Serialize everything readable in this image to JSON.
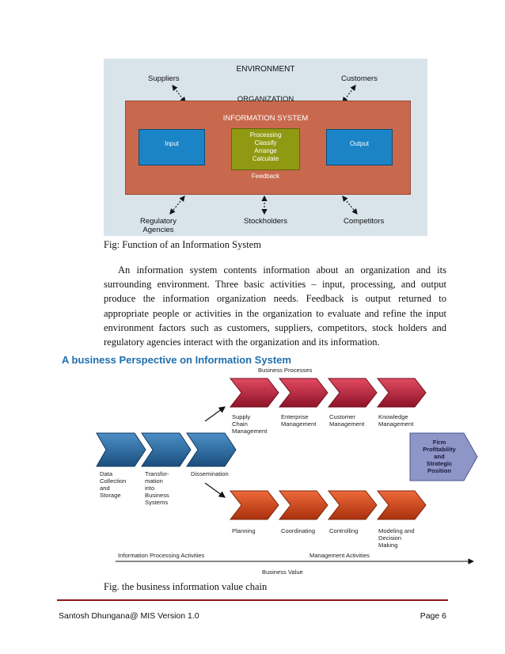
{
  "figure1": {
    "environment": "ENVIRONMENT",
    "organization": "ORGANIZATION",
    "information_system": "INFORMATION SYSTEM",
    "suppliers": "Suppliers",
    "customers": "Customers",
    "input": "Input",
    "processing": [
      "Processing",
      "Classify",
      "Arrange",
      "Calculate"
    ],
    "output": "Output",
    "feedback": "Feedback",
    "regulatory": [
      "Regulatory",
      "Agencies"
    ],
    "stockholders": "Stockholders",
    "competitors": "Competitors",
    "caption": "Fig: Function of an Information System",
    "colors": {
      "background": "#d8e3ea",
      "organization": "#c8694d",
      "blue_box": "#1a84c7",
      "processing_box": "#8f9a12"
    }
  },
  "paragraph": "An information system contents information about an organization and its surrounding environment. Three basic activities – input, processing, and output produce the information organization needs. Feedback is output returned to appropriate people or activities in the organization to evaluate and refine the input environment factors such as customers, suppliers, competitors, stock holders and regulatory agencies interact with the organization and its information.",
  "section_heading": "A business Perspective on Information System",
  "figure2": {
    "business_processes": "Business Processes",
    "processes": [
      [
        "Supply",
        "Chain",
        "Management"
      ],
      [
        "Enterprise",
        "Management"
      ],
      [
        "Customer",
        "Management"
      ],
      [
        "Knowledge",
        "Management"
      ]
    ],
    "info_activities": [
      [
        "Data",
        "Collection",
        "and",
        "Storage"
      ],
      [
        "Transfor-",
        "mation",
        "into",
        "Business",
        "Systems"
      ],
      [
        "Dissemination"
      ]
    ],
    "management": [
      "Planning",
      "Coordinating",
      "Controlling",
      [
        "Modeling and",
        "Decision",
        "Making"
      ]
    ],
    "firm": [
      "Firm",
      "Profitability",
      "and",
      "Strategic",
      "Position"
    ],
    "info_processing_label": "Information Processing Activities",
    "management_activities_label": "Management Activities",
    "business_value": "Business Value",
    "caption": "Fig. the business information value chain",
    "colors": {
      "blue_chevron": "#2f6fa3",
      "red_chevron": "#c0253e",
      "orange_chevron": "#d94a1c",
      "firm_box": "#8e95c7"
    }
  },
  "footer": {
    "left": "Santosh Dhungana@ MIS Version 1.0",
    "right": "Page 6",
    "rule_color": "#8b1a1a"
  }
}
